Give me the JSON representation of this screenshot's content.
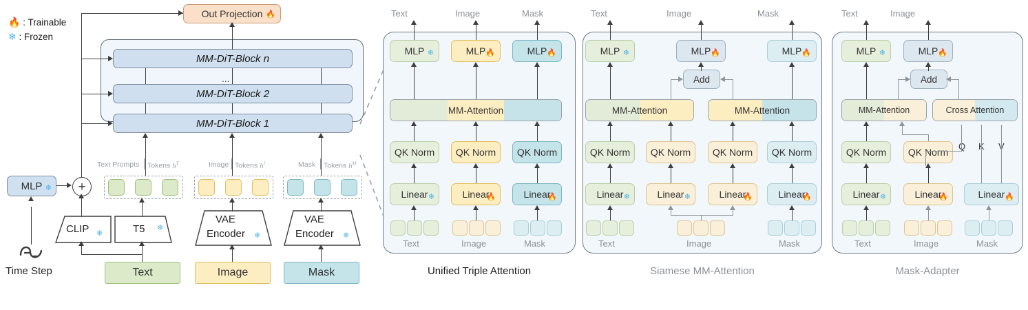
{
  "legend": {
    "trainable": ": Trainable",
    "frozen": ": Frozen",
    "flame_icon": "flame-icon",
    "snow_icon": "snowflake-icon"
  },
  "left_diagram": {
    "out_projection": "Out Projection",
    "blocks": [
      {
        "label": "MM-DiT-Block n"
      },
      {
        "label": "..."
      },
      {
        "label": "MM-DiT-Block 2"
      },
      {
        "label": "MM-DiT-Block 1"
      }
    ],
    "timestep_mlp": "MLP",
    "plus": "+",
    "time_step_label": "Time Step",
    "encoders": [
      {
        "name": "CLIP",
        "badge": "frozen"
      },
      {
        "name": "T5",
        "badge": "frozen"
      },
      {
        "name": "VAE Encoder",
        "badge": "frozen"
      },
      {
        "name": "VAE Encoder",
        "badge": "frozen"
      }
    ],
    "inputs": [
      {
        "label": "Text",
        "color": "#dceac9"
      },
      {
        "label": "Image",
        "color": "#fdeec2"
      },
      {
        "label": "Mask",
        "color": "#c4e4ea"
      }
    ],
    "token_groups": [
      {
        "source": "Text Prompts",
        "tokens": "Tokens",
        "symbol": "h",
        "sup": "T"
      },
      {
        "source": "Image",
        "tokens": "Tokens",
        "symbol": "h",
        "sup": "I"
      },
      {
        "source": "Mask",
        "tokens": "Tokens",
        "symbol": "h",
        "sup": "M"
      }
    ]
  },
  "panels": [
    {
      "caption": "Unified Triple Attention",
      "caption_style": "dark",
      "outputs": [
        "Text",
        "Image",
        "Mask"
      ],
      "inputs": [
        "Text",
        "Image",
        "Mask"
      ],
      "mlps": [
        {
          "label": "MLP",
          "badge": "frozen"
        },
        {
          "label": "MLP",
          "badge": "trainable"
        },
        {
          "label": "MLP",
          "badge": "trainable"
        }
      ],
      "attention": [
        {
          "label": "MM-Attention"
        }
      ],
      "qk_norms": [
        "QK Norm",
        "QK Norm",
        "QK Norm"
      ],
      "linears": [
        {
          "label": "Linear",
          "badge": "frozen"
        },
        {
          "label": "Linear",
          "badge": "trainable"
        },
        {
          "label": "Linear",
          "badge": "trainable"
        }
      ]
    },
    {
      "caption": "Siamese MM-Attention",
      "caption_style": "muted",
      "outputs": [
        "Text",
        "Image",
        "Mask"
      ],
      "inputs": [
        "Text",
        "Image",
        "Mask"
      ],
      "mlps": [
        {
          "label": "MLP",
          "badge": "frozen"
        },
        {
          "label": "MLP",
          "badge": "trainable"
        },
        {
          "label": "MLP",
          "badge": "trainable"
        }
      ],
      "add": "Add",
      "attention": [
        {
          "label": "MM-Attention"
        },
        {
          "label": "MM-Attention"
        }
      ],
      "qk_norms": [
        "QK Norm",
        "QK Norm",
        "QK Norm",
        "QK Norm"
      ],
      "linears": [
        {
          "label": "Linear",
          "badge": "frozen"
        },
        {
          "label": "Linear",
          "badge": "frozen"
        },
        {
          "label": "Linear",
          "badge": "trainable"
        },
        {
          "label": "Linear",
          "badge": "trainable"
        }
      ]
    },
    {
      "caption": "Mask-Adapter",
      "caption_style": "muted",
      "outputs": [
        "Text",
        "Image"
      ],
      "inputs": [
        "Text",
        "Image",
        "Mask"
      ],
      "mlps": [
        {
          "label": "MLP",
          "badge": "frozen"
        },
        {
          "label": "MLP",
          "badge": "trainable"
        }
      ],
      "add": "Add",
      "attention": [
        {
          "label": "MM-Attention"
        },
        {
          "label": "Cross Attention"
        }
      ],
      "qkv": [
        "Q",
        "K",
        "V"
      ],
      "qk_norms": [
        "QK Norm",
        "QK Norm"
      ],
      "linears": [
        {
          "label": "Linear",
          "badge": "frozen"
        },
        {
          "label": "Linear",
          "badge": "trainable"
        },
        {
          "label": "Linear",
          "badge": "trainable"
        }
      ]
    }
  ],
  "colors": {
    "text": "#dceac9",
    "image": "#fdeec2",
    "mask": "#c4e4ea",
    "dit_block": "#cfdfef",
    "out_projection": "#fadfc9",
    "flame": "#e8442a",
    "snow": "#4fb3e8",
    "panel_bg": "#f1f7fb"
  }
}
